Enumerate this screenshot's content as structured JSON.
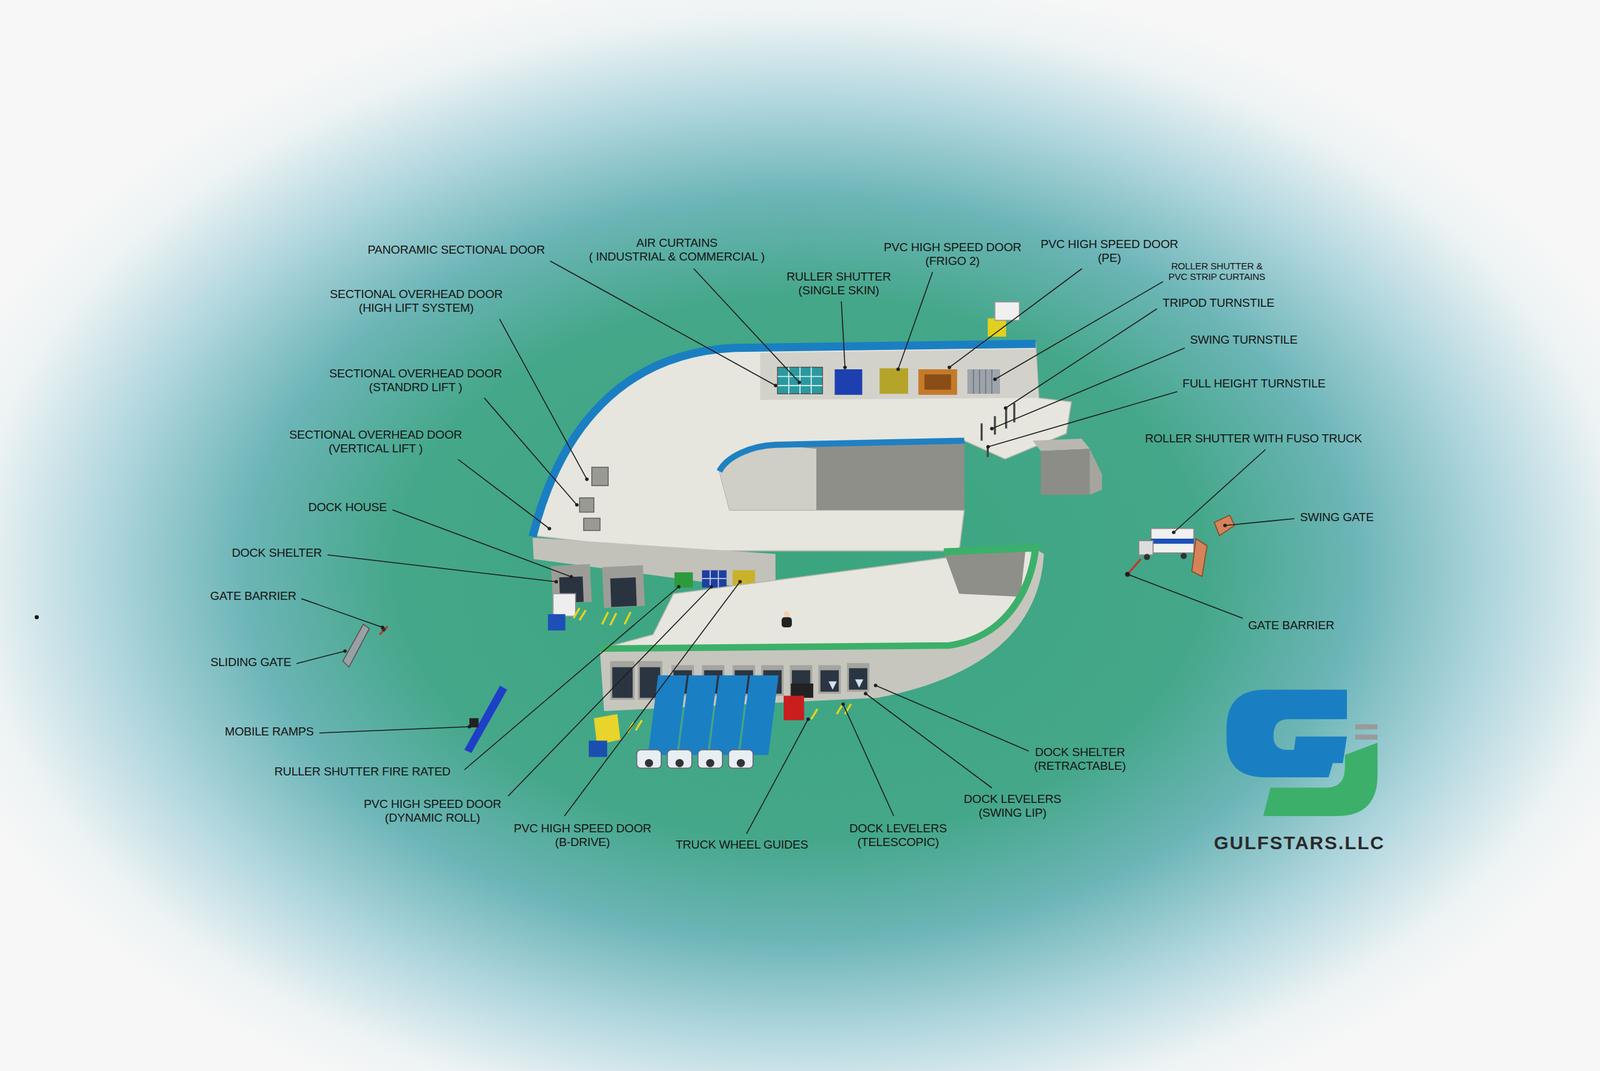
{
  "diagram": {
    "labels": [
      "PANORAMIC SECTIONAL DOOR",
      "AIR CURTAINS ( INDUSTRIAL & COMMERCIAL )",
      "RULLER SHUTTER (SINGLE SKIN)",
      "PVC HIGH SPEED DOOR (FRIGO 2)",
      "PVC HIGH SPEED DOOR (PE)",
      "ROLLER SHUTTER & PVC STRIP CURTAINS",
      "SECTIONAL OVERHEAD DOOR (HIGH LIFT SYSTEM)",
      "TRIPOD TURNSTILE",
      "SWING TURNSTILE",
      "SECTIONAL OVERHEAD DOOR (STANDRD LIFT )",
      "FULL HEIGHT TURNSTILE",
      "SECTIONAL OVERHEAD DOOR (VERTICAL LIFT )",
      "ROLLER SHUTTER WITH FUSO TRUCK",
      "DOCK HOUSE",
      "SWING GATE",
      "DOCK SHELTER",
      "GATE BARRIER",
      "GATE BARRIER",
      "SLIDING GATE",
      "MOBILE RAMPS",
      "DOCK SHELTER (RETRACTABLE)",
      "RULLER SHUTTER FIRE RATED",
      "DOCK LEVELERS (SWING LIP)",
      "PVC HIGH SPEED DOOR (DYNAMIC ROLL)",
      "PVC HIGH SPEED DOOR (B-DRIVE)",
      "DOCK LEVELERS (TELESCOPIC)",
      "TRUCK WHEEL GUIDES",
      "GULFSTARS.LLC"
    ]
  }
}
